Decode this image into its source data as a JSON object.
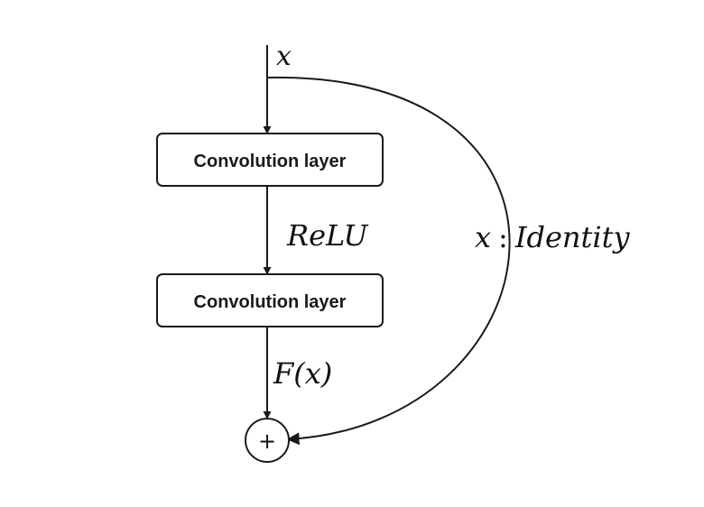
{
  "diagram": {
    "input_label": "x",
    "conv1_label": "Convolution layer",
    "relu_label": "ReLU",
    "conv2_label": "Convolution layer",
    "residual_label": "F(x)",
    "identity_var": "x",
    "identity_sep": ":",
    "identity_label": "Identity",
    "sum_symbol": "+",
    "colors": {
      "stroke": "#1a1a1a",
      "box_fill": "#ffffff",
      "background": "#ffffff"
    }
  }
}
